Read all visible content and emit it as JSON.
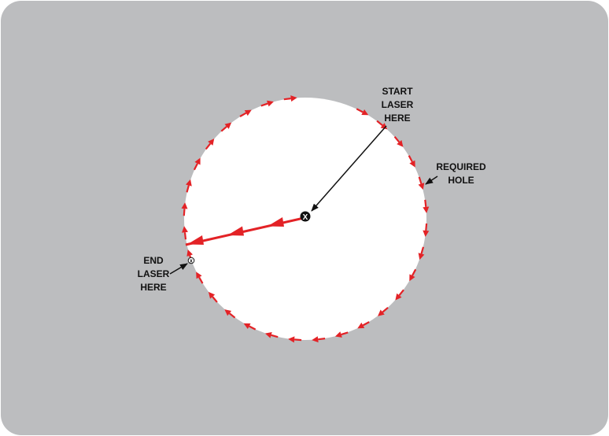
{
  "labels": {
    "start": [
      "START",
      "LASER",
      "HERE"
    ],
    "required_hole": [
      "REQUIRED",
      "HOLE"
    ],
    "end": [
      "END",
      "LASER",
      "HERE"
    ]
  },
  "markers": {
    "start_mark": "X",
    "end_mark": "x"
  },
  "colors": {
    "plate": "#bcbdbf",
    "hole": "#ffffff",
    "laser_path": "#e32226",
    "callout": "#111111"
  }
}
